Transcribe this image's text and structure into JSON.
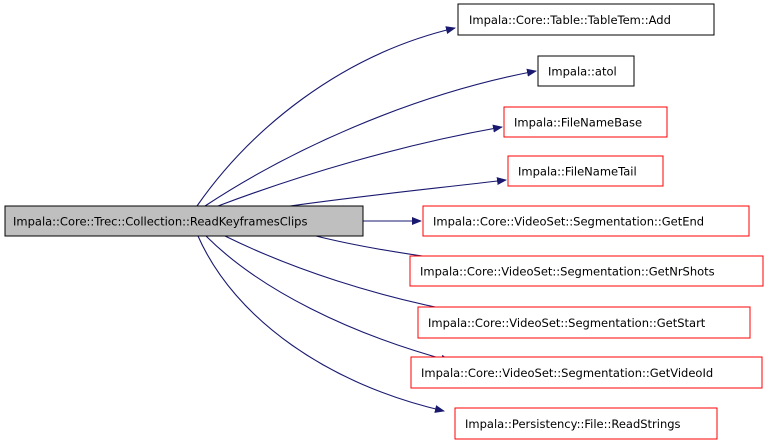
{
  "graph": {
    "source": {
      "label": "Impala::Core::Trec::Collection::ReadKeyframesClips",
      "fill": "#bfbfbf",
      "border": "#000000"
    },
    "edge_color": "#191970",
    "targets": [
      {
        "label": "Impala::Core::Table::TableTem::Add",
        "border": "#000000"
      },
      {
        "label": "Impala::atol",
        "border": "#000000"
      },
      {
        "label": "Impala::FileNameBase",
        "border": "#ff0000"
      },
      {
        "label": "Impala::FileNameTail",
        "border": "#ff0000"
      },
      {
        "label": "Impala::Core::VideoSet::Segmentation::GetEnd",
        "border": "#ff0000"
      },
      {
        "label": "Impala::Core::VideoSet::Segmentation::GetNrShots",
        "border": "#ff0000"
      },
      {
        "label": "Impala::Core::VideoSet::Segmentation::GetStart",
        "border": "#ff0000"
      },
      {
        "label": "Impala::Core::VideoSet::Segmentation::GetVideoId",
        "border": "#ff0000"
      },
      {
        "label": "Impala::Persistency::File::ReadStrings",
        "border": "#ff0000"
      }
    ]
  }
}
